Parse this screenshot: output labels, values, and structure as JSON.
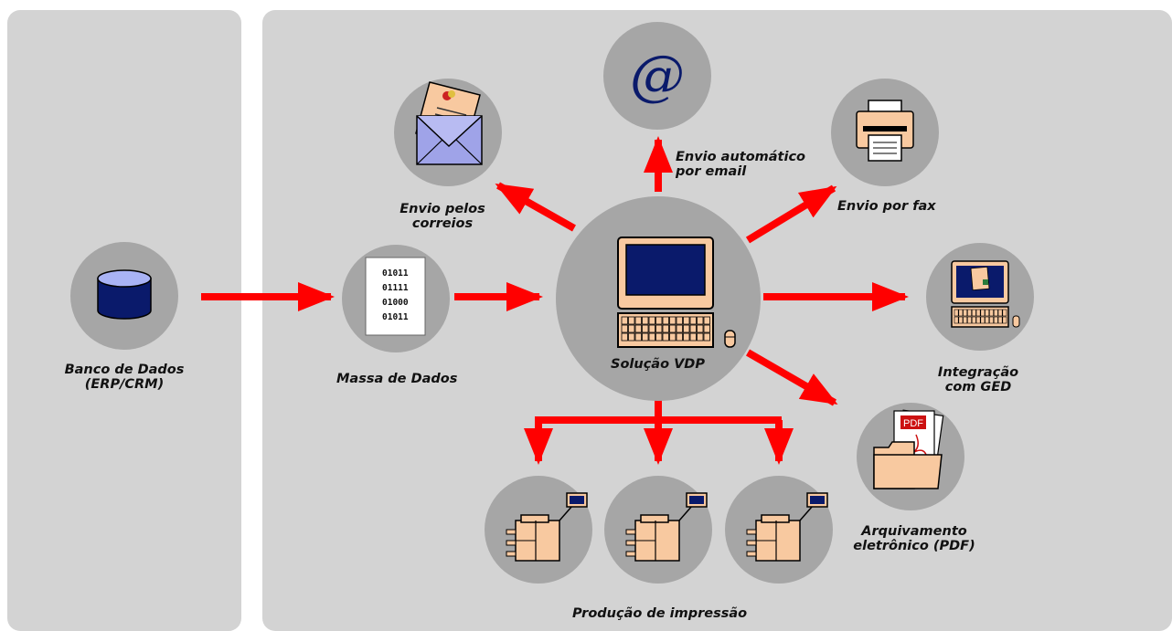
{
  "labels": {
    "database": [
      "Banco de Dados",
      "(ERP/CRM)"
    ],
    "data_mass": "Massa de Dados",
    "vdp": "Solução VDP",
    "mail": [
      "Envio pelos",
      "correios"
    ],
    "email": [
      "Envio automático",
      "por email"
    ],
    "fax": "Envio por fax",
    "ged": [
      "Integração",
      "com GED"
    ],
    "pdf_archive": [
      "Arquivamento",
      "eletrônico (PDF)"
    ],
    "print_production": "Produção de impressão"
  },
  "binary_lines": [
    "01011",
    "01111",
    "01000",
    "01011"
  ],
  "email_symbol": "@",
  "pdf_tag": "PDF",
  "colors": {
    "panel": "#d3d3d3",
    "circle": "#a6a6a6",
    "arrow": "#ff0000",
    "device": "#f8c9a0",
    "screen": "#0a1a6b",
    "envelope": "#9fa3e8"
  }
}
